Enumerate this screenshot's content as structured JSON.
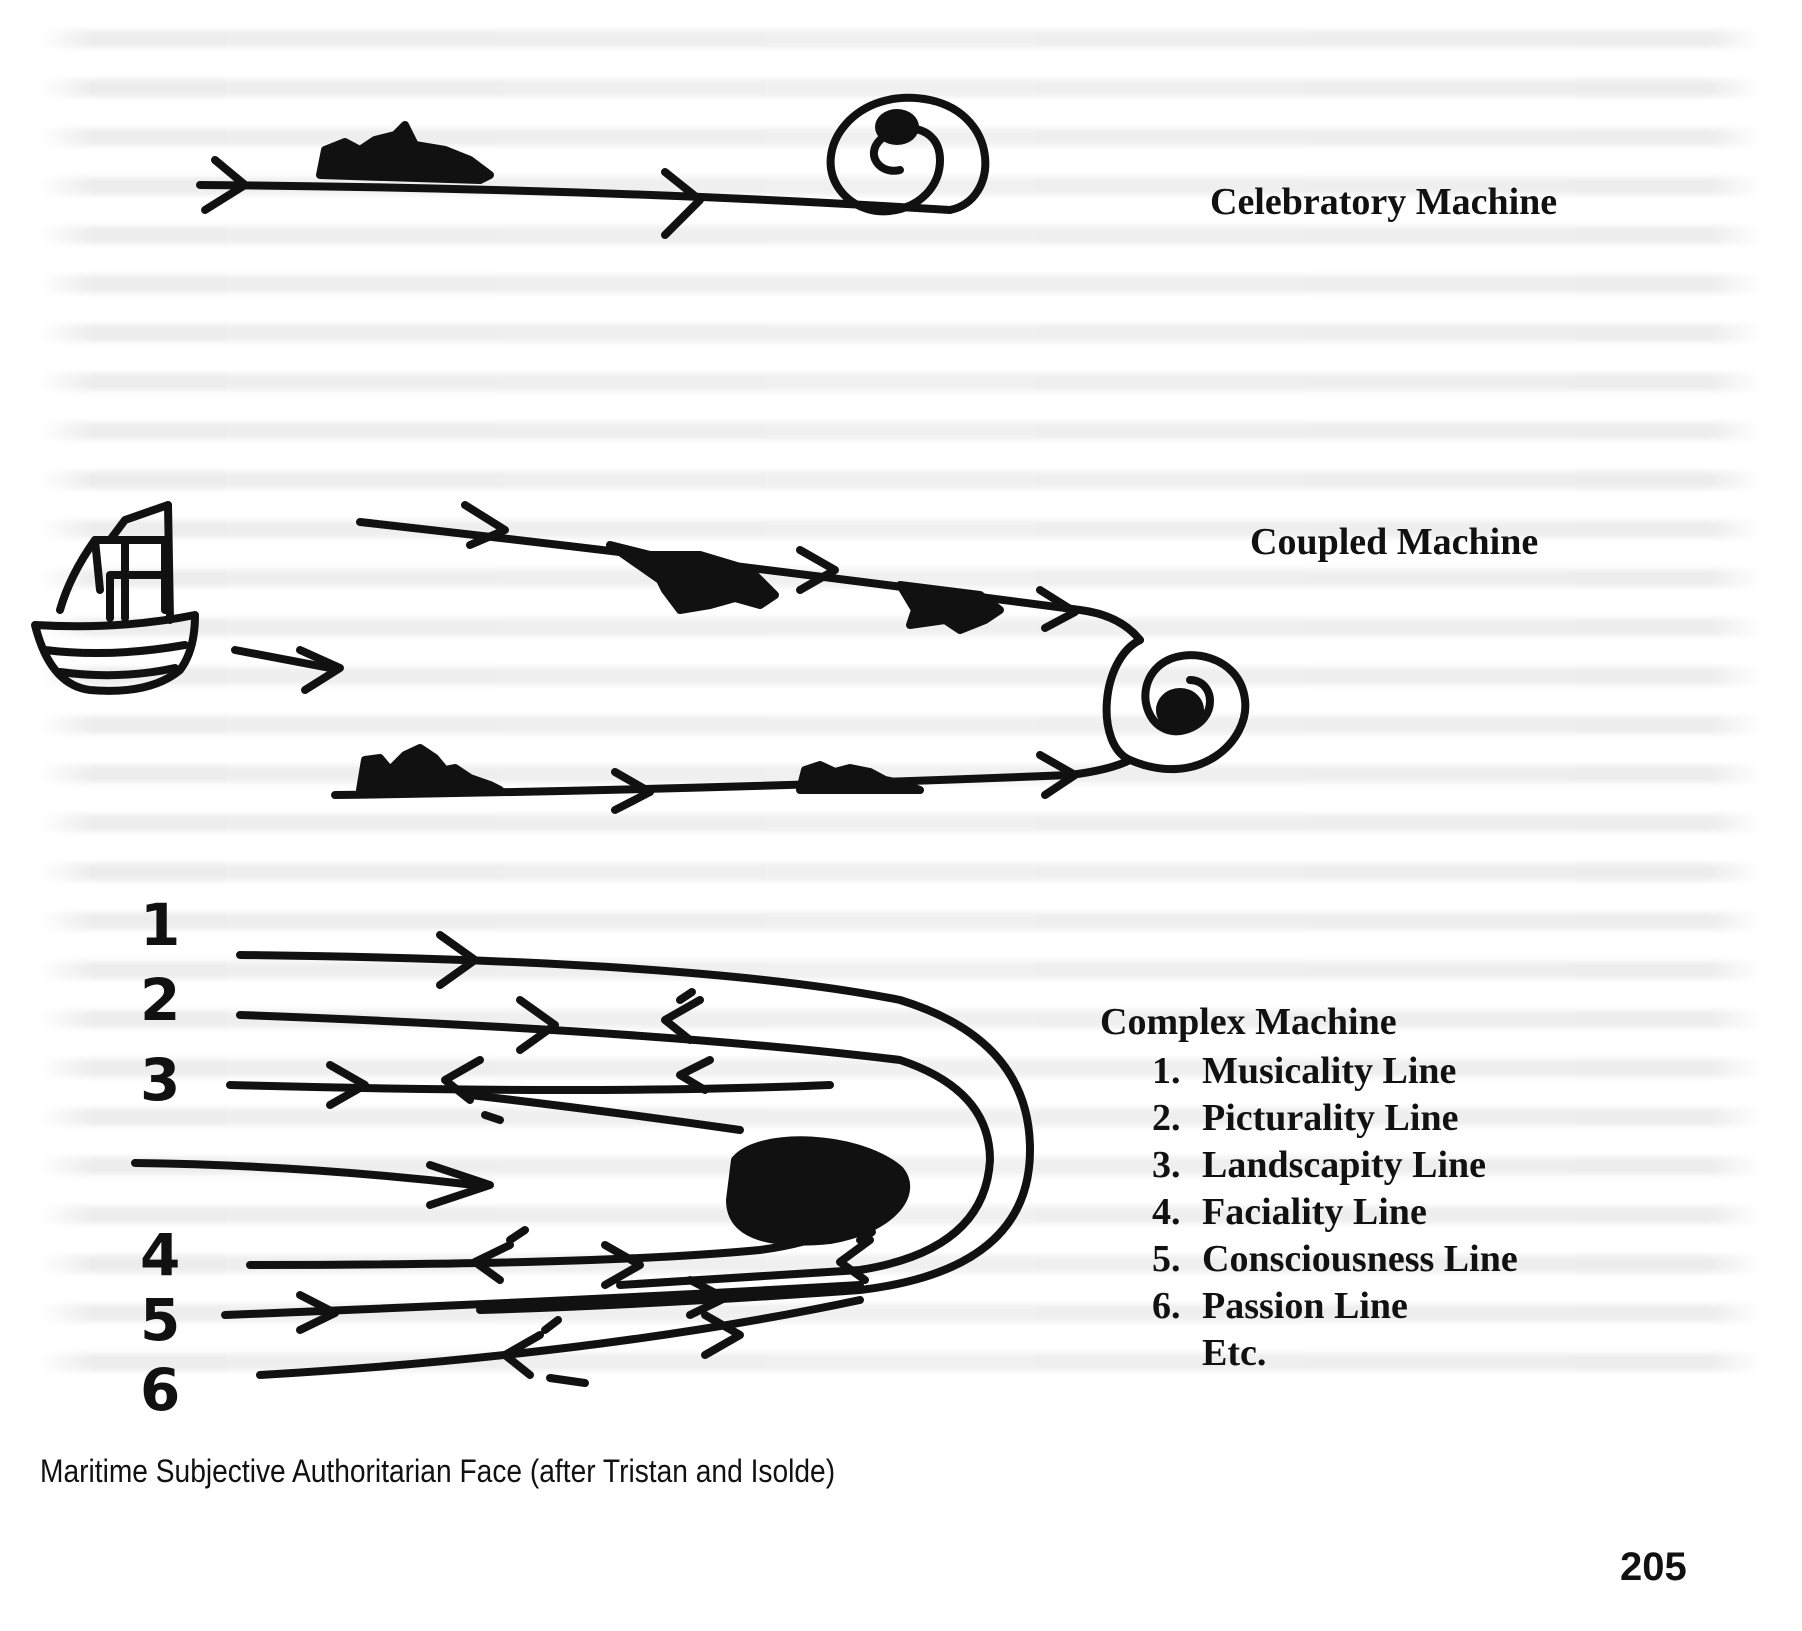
{
  "labels": {
    "celebratory": "Celebratory Machine",
    "coupled": "Coupled Machine"
  },
  "complex": {
    "title": "Complex Machine",
    "lines": [
      {
        "num": "1.",
        "label": "Musicality Line"
      },
      {
        "num": "2.",
        "label": "Picturality Line"
      },
      {
        "num": "3.",
        "label": "Landscapity Line"
      },
      {
        "num": "4.",
        "label": "Faciality Line"
      },
      {
        "num": "5.",
        "label": "Consciousness Line"
      },
      {
        "num": "6.",
        "label": "Passion Line"
      }
    ],
    "etc": "Etc."
  },
  "caption": "Maritime Subjective Authoritarian Face (after Tristan and Isolde)",
  "page_number": "205",
  "handwritten_numbers": [
    "1",
    "2",
    "3",
    "4",
    "5",
    "6"
  ]
}
